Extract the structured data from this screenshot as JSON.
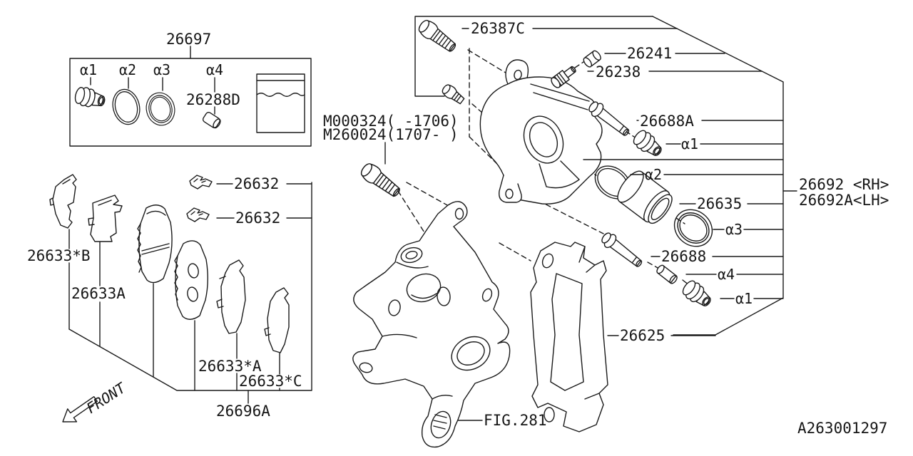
{
  "diagram": {
    "id": "A263001297",
    "front_label": "FRONT",
    "figure_ref": "FIG.281"
  },
  "seal_kit": {
    "part_no": "26697",
    "ref_a1": "α1",
    "ref_a2": "α2",
    "ref_a3": "α3",
    "ref_a4": "α4",
    "grease_no": "26288D"
  },
  "caliper": {
    "assembly_rh": "26692 <RH>",
    "assembly_lh": "26692A<LH>",
    "lock_pin_bolt": "26387C",
    "air_bleeder_cap": "26241",
    "air_bleeder_screw": "26238",
    "slide_pin_upper": "26688A",
    "boot_upper": "α1",
    "piston_seal": "α2",
    "piston": "26635",
    "piston_boot": "α3",
    "slide_pin_lower": "26688",
    "bushing": "α4",
    "boot_lower": "α1",
    "support_bracket": "26625"
  },
  "mounting_bolt": {
    "line1": "M000324( -1706)",
    "line2": "M260024(1707- )"
  },
  "pads": {
    "clip_upper": "26632",
    "clip_lower": "26632",
    "shim_outer": "26633*B",
    "shim_inner": "26633A",
    "shim_a": "26633*A",
    "shim_c": "26633*C",
    "pad_kit": "26696A"
  }
}
